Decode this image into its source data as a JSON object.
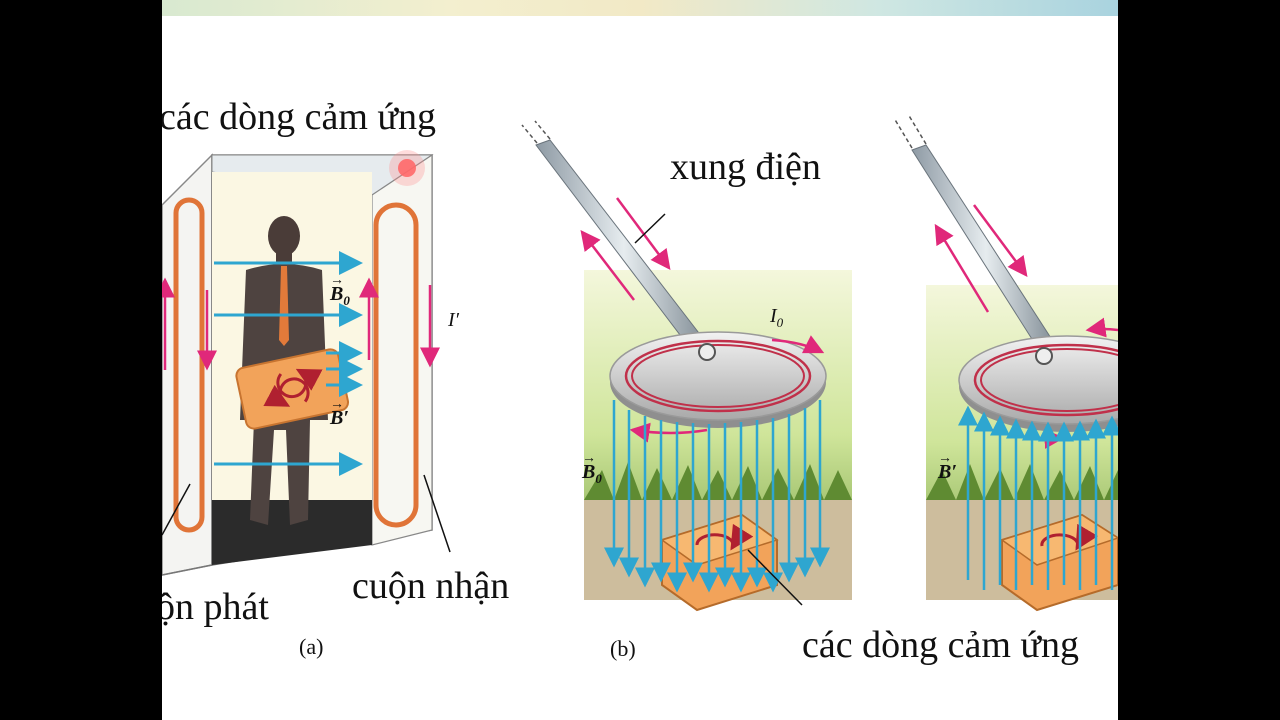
{
  "labels": {
    "induced_currents_a": "các dòng cảm ứng",
    "transmitter_coil": "ộn phát",
    "receiver_coil": "cuộn nhận",
    "panel_a": "(a)",
    "pulse": "xung điện",
    "panel_b": "(b)",
    "induced_currents_b": "các dòng cảm ứng",
    "B0_a": "B",
    "B0_a_sub": "0",
    "Bprime_a": "B′",
    "Iprime": "I′",
    "I0": "I",
    "I0_sub": "0",
    "B0_b": "B",
    "B0_b_sub": "0",
    "Bprime_c": "B′"
  },
  "colors": {
    "coil_orange": "#e07438",
    "arrow_pink": "#e0287a",
    "field_blue": "#2ea6d0",
    "coil_red": "#c0304a"
  }
}
